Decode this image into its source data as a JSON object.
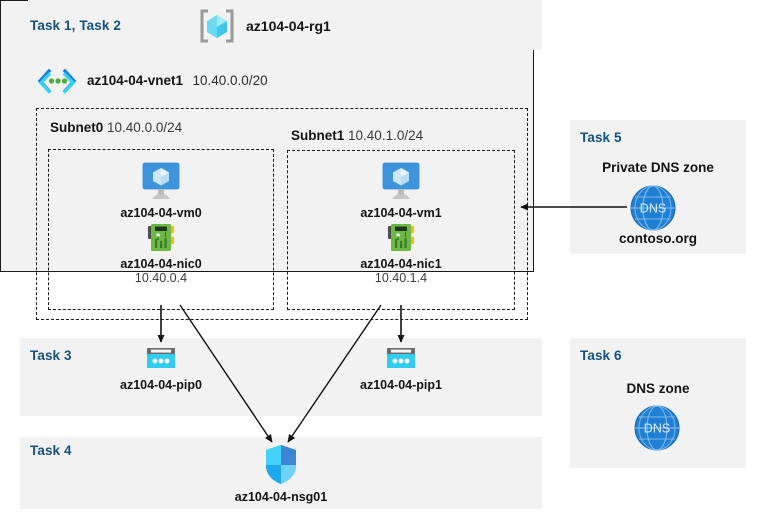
{
  "diagram": {
    "title": "Azure AZ-104 Lab 04 architecture",
    "background": "#ffffff",
    "panel_fill": "#f2f2f2",
    "task_label_color": "#17517e",
    "line_color": "#1a1a1a"
  },
  "header": {
    "task_label": "Task 1, Task 2",
    "resource_group_icon": "resource-group-icon",
    "resource_group_name": "az104-04-rg1"
  },
  "vnet": {
    "icon": "virtual-network-icon",
    "name": "az104-04-vnet1",
    "address_space": "10.40.0.0/20"
  },
  "subnets": [
    {
      "label": "Subnet0",
      "cidr": "10.40.0.0/24",
      "vm": {
        "icon": "virtual-machine-icon",
        "name": "az104-04-vm0"
      },
      "nic": {
        "icon": "network-interface-icon",
        "name": "az104-04-nic0",
        "ip": "10.40.0.4"
      }
    },
    {
      "label": "Subnet1",
      "cidr": "10.40.1.0/24",
      "vm": {
        "icon": "virtual-machine-icon",
        "name": "az104-04-vm1"
      },
      "nic": {
        "icon": "network-interface-icon",
        "name": "az104-04-nic1",
        "ip": "10.40.1.4"
      }
    }
  ],
  "task3": {
    "task_label": "Task 3",
    "public_ips": [
      {
        "icon": "public-ip-address-icon",
        "name": "az104-04-pip0"
      },
      {
        "icon": "public-ip-address-icon",
        "name": "az104-04-pip1"
      }
    ]
  },
  "task4": {
    "task_label": "Task 4",
    "nsg": {
      "icon": "network-security-group-icon",
      "name": "az104-04-nsg01"
    }
  },
  "task5": {
    "task_label": "Task 5",
    "zone_title": "Private DNS zone",
    "icon": "dns-zone-icon",
    "icon_text": "DNS",
    "zone_name": "contoso.org"
  },
  "task6": {
    "task_label": "Task 6",
    "zone_title": "DNS zone",
    "icon": "dns-zone-icon",
    "icon_text": "DNS"
  }
}
